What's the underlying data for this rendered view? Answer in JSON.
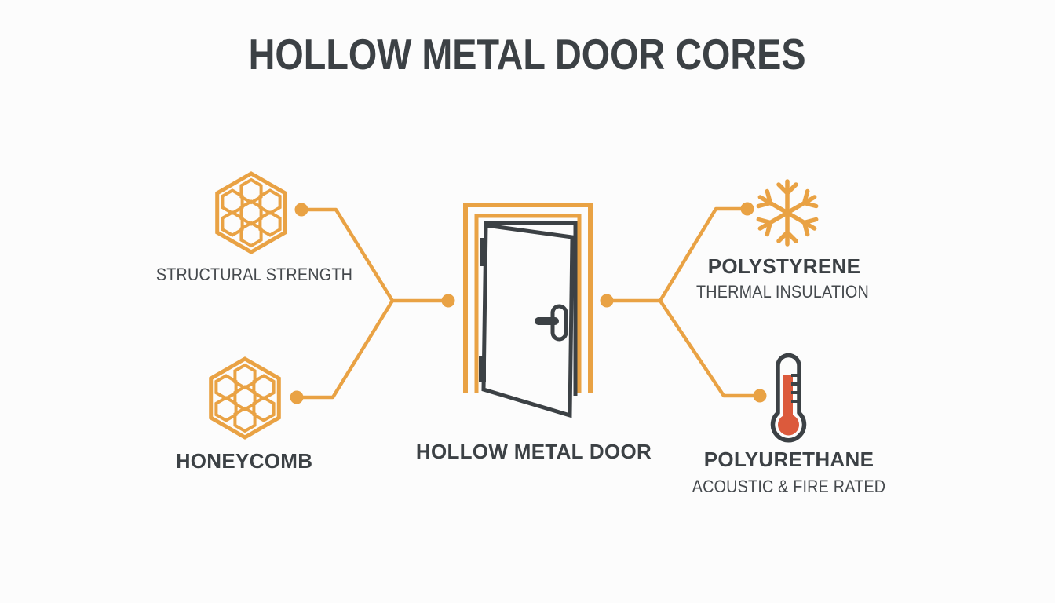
{
  "title": "HOLLOW METAL DOOR CORES",
  "colors": {
    "accent": "#E9A244",
    "dark": "#3C4145",
    "text": "#45494D",
    "mercury": "#DC5A3C",
    "background": "#FCFCFC"
  },
  "door": {
    "icon": "door-icon",
    "label": "HOLLOW METAL DOOR"
  },
  "cores": {
    "left_top": {
      "icon": "honeycomb-icon",
      "label": "STRUCTURAL STRENGTH"
    },
    "left_bottom": {
      "icon": "honeycomb-icon",
      "label": "HONEYCOMB"
    },
    "right_top": {
      "icon": "snowflake-icon",
      "label": "POLYSTYRENE",
      "sublabel": "THERMAL INSULATION"
    },
    "right_bottom": {
      "icon": "thermometer-icon",
      "label": "POLYURETHANE",
      "sublabel": "ACOUSTIC & FIRE RATED"
    }
  }
}
